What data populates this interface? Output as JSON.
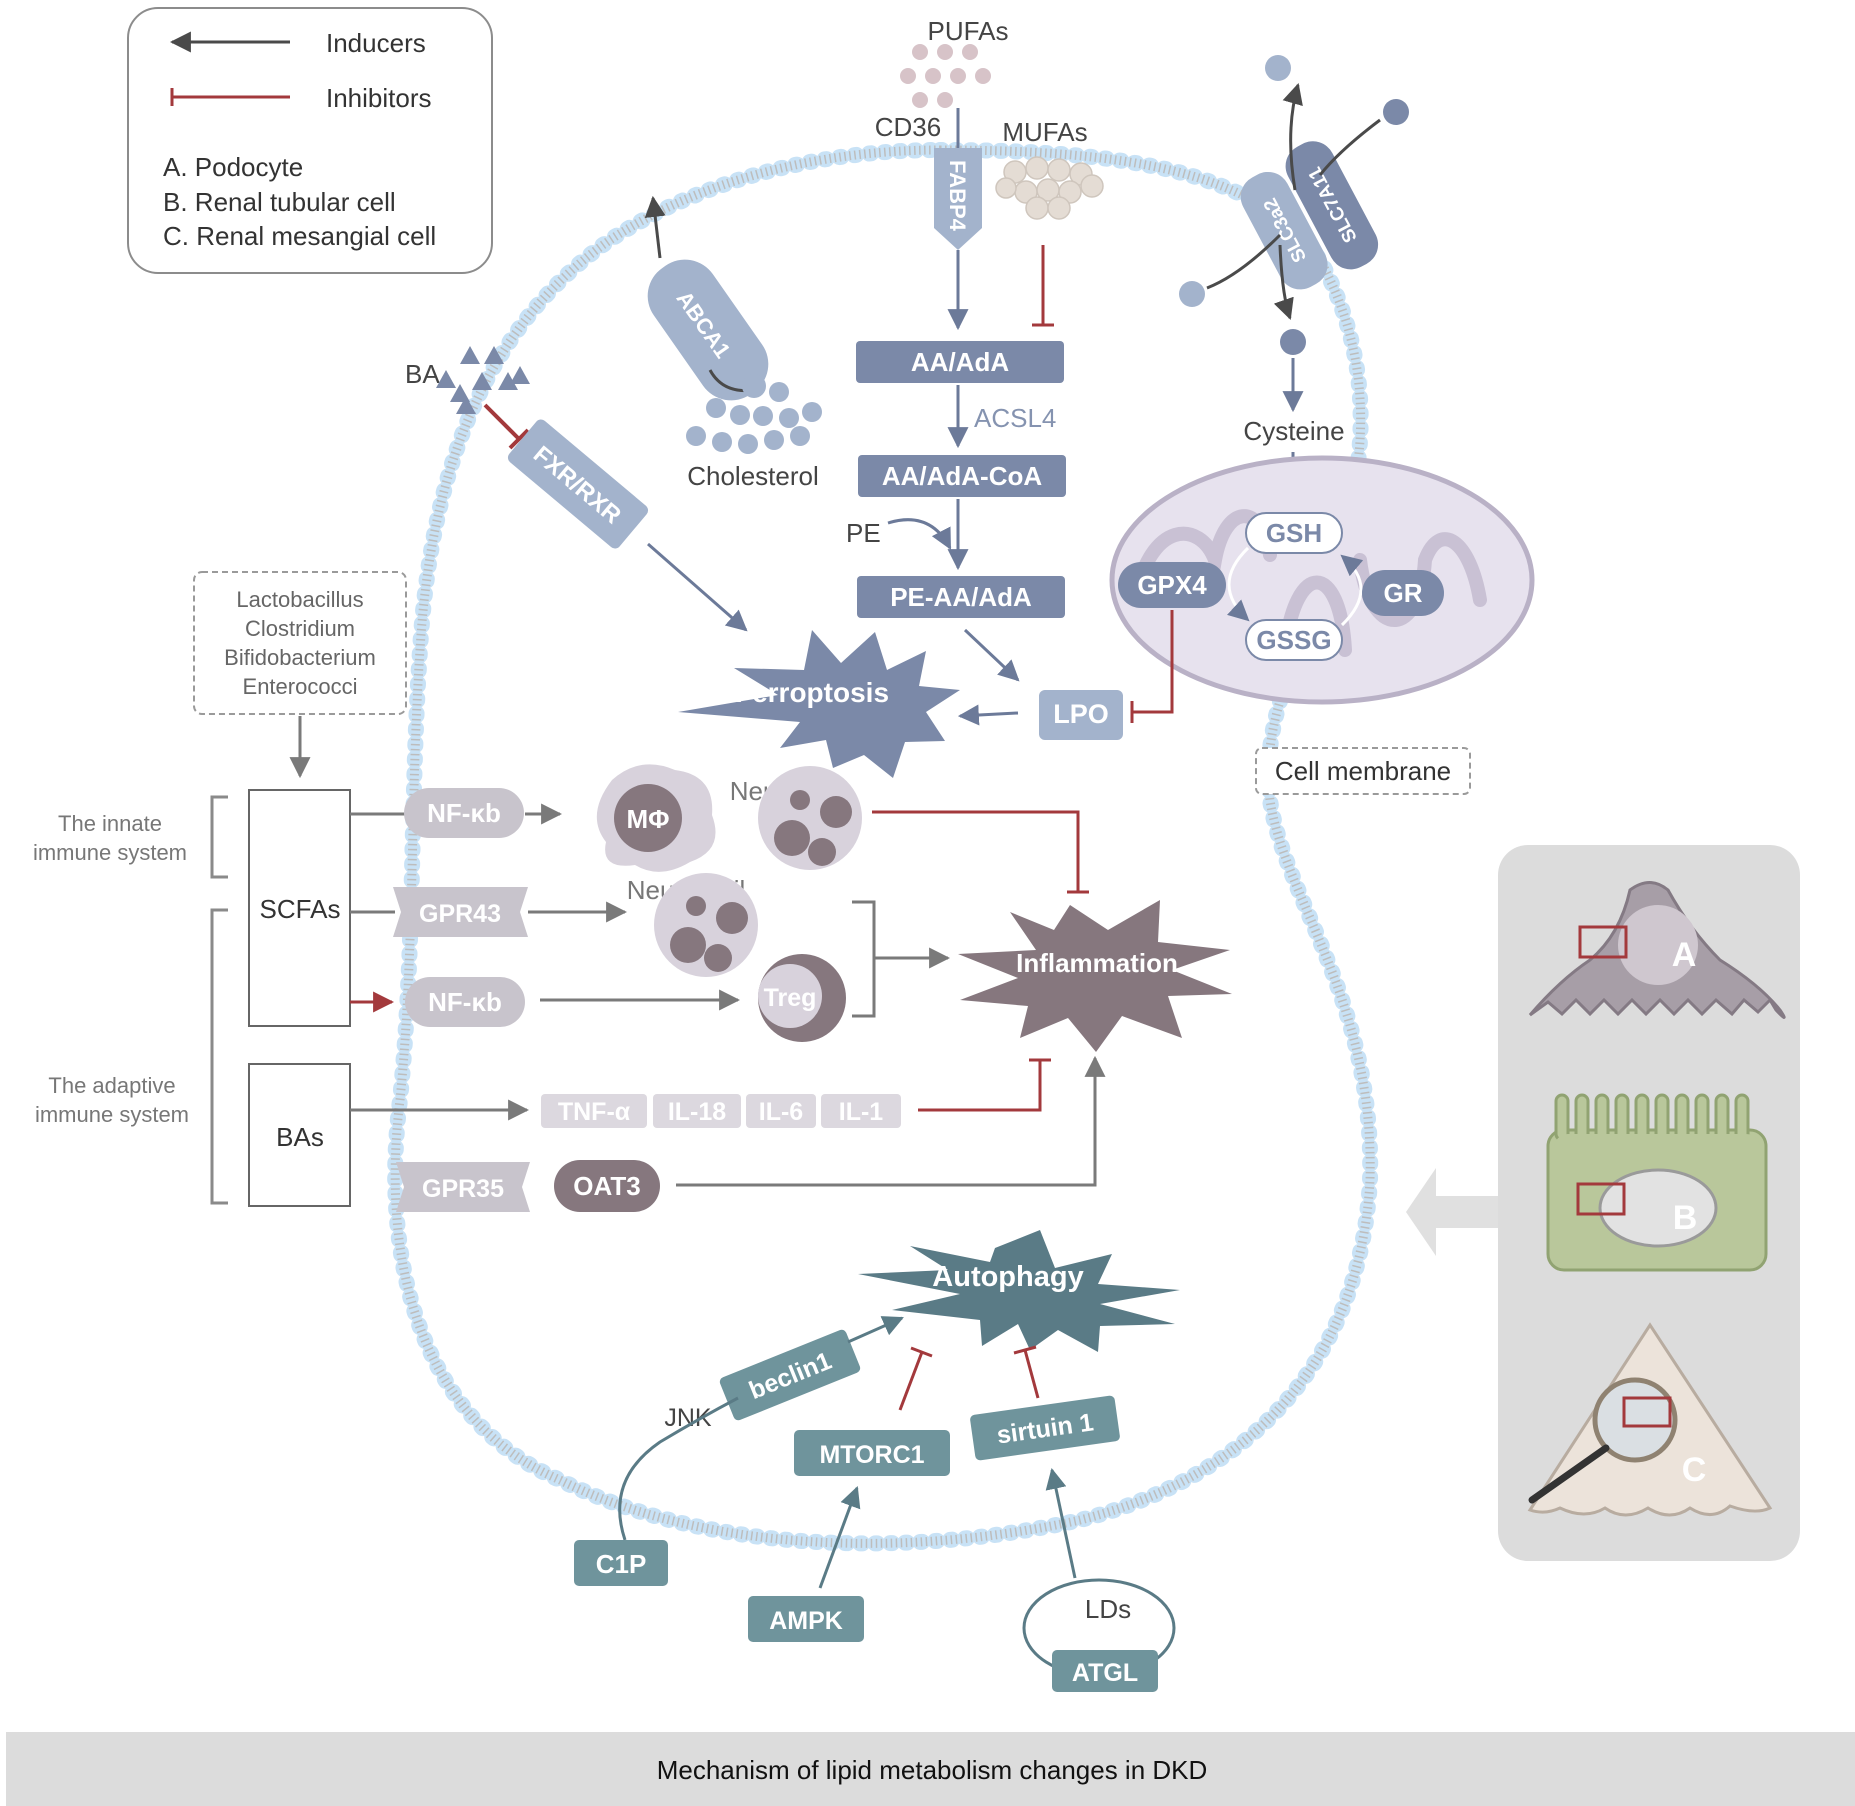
{
  "legend": {
    "inducers": "Inducers",
    "inhibitors": "Inhibitors",
    "cell_a": "A. Podocyte",
    "cell_b": "B. Renal tubular cell",
    "cell_c": "C. Renal mesangial cell"
  },
  "lipids": {
    "pufas": "PUFAs",
    "cd36": "CD36",
    "mufas": "MUFAs",
    "fabp4": "FABP4",
    "aa": "AA/AdA",
    "acsl4": "ACSL4",
    "aa_coa": "AA/AdA-CoA",
    "pe": "PE",
    "pe_aa": "PE-AA/AdA",
    "lpo": "LPO",
    "ferroptosis": "Ferroptosis",
    "ba": "BA",
    "fxr": "FXR/RXR",
    "abca1": "ABCA1",
    "cholesterol": "Cholesterol"
  },
  "transport": {
    "slc3a2": "SLC3a2",
    "slc7a11": "SLC7A11",
    "cysteine": "Cysteine",
    "gsh": "GSH",
    "gssg": "GSSG",
    "gpx4": "GPX4",
    "gr": "GR",
    "cell_membrane": "Cell membrane"
  },
  "immune": {
    "bacteria": [
      "Lactobacillus",
      "Clostridium",
      "Bifidobacterium",
      "Enterococci"
    ],
    "innate": [
      "The innate",
      "immune system"
    ],
    "adaptive": [
      "The adaptive",
      "immune system"
    ],
    "scfas": "SCFAs",
    "bas": "BAs",
    "nfkb": "NF-κb",
    "gpr43": "GPR43",
    "gpr35": "GPR35",
    "oat3": "OAT3",
    "mphi": "MΦ",
    "neutrophil": "Neutrophil",
    "treg": "Treg",
    "inflammation": "Inflammation",
    "cytokines": [
      "TNF-α",
      "IL-18",
      "IL-6",
      "IL-1"
    ]
  },
  "autophagy": {
    "title": "Autophagy",
    "jnk": "JNK",
    "beclin1": "beclin1",
    "mtorc1": "MTORC1",
    "sirtuin1": "sirtuin 1",
    "c1p": "C1P",
    "ampk": "AMPK",
    "lds": "LDs",
    "atgl": "ATGL"
  },
  "cells": {
    "a": "A",
    "b": "B",
    "c": "C"
  },
  "caption": "Mechanism of lipid metabolism changes in DKD",
  "colors": {
    "inducer": "#4a4a4a",
    "inhibitor": "#a3393c",
    "lipid_box": "#7b89a8",
    "light_box": "#a3b3cc",
    "immune_box": "#c8c4cc",
    "autophagy_box": "#6f949c",
    "membrane_dot": "#c8e2f6",
    "caption_bg": "#dcdcdc"
  }
}
